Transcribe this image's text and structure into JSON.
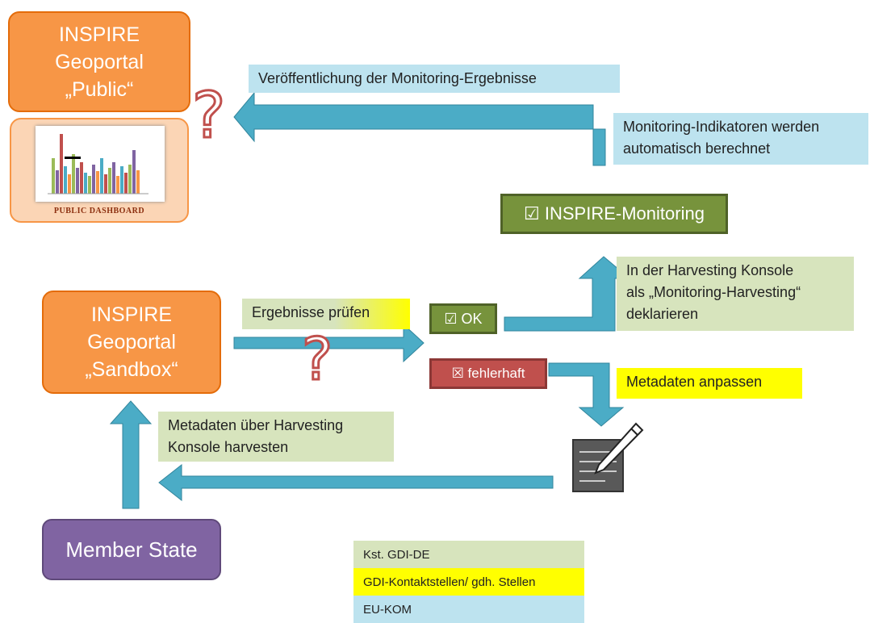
{
  "public_portal": {
    "lines": [
      "INSPIRE",
      "Geoportal",
      "„Public“"
    ]
  },
  "dashboard": {
    "caption": "PUBLIC DASHBOARD"
  },
  "sandbox_portal": {
    "lines": [
      "INSPIRE",
      "Geoportal",
      "„Sandbox“"
    ]
  },
  "member_state": {
    "label": "Member State"
  },
  "monitoring": {
    "label": "☑ INSPIRE-Monitoring"
  },
  "status": {
    "ok": "☑ OK",
    "error": "☒ fehlerhaft"
  },
  "notes": {
    "publish": "Veröffentlichung der Monitoring-Ergebnisse",
    "indicators": [
      "Monitoring-Indikatoren werden",
      "automatisch berechnet"
    ],
    "declare": [
      "In der Harvesting Konsole",
      "als „Monitoring-Harvesting“",
      "deklarieren"
    ],
    "check": "Ergebnisse prüfen",
    "adjust": "Metadaten anpassen",
    "harvest": [
      "Metadaten über Harvesting",
      "Konsole harvesten"
    ]
  },
  "question_mark": "?",
  "legend": [
    {
      "label": "Kst. GDI-DE",
      "color": "#d7e4bd"
    },
    {
      "label": "GDI-Kontaktstellen/ gdh. Stellen",
      "color": "#ffff00"
    },
    {
      "label": "EU-KOM",
      "color": "#bde3ef"
    }
  ],
  "colors": {
    "orange": "#f79646",
    "purple": "#8064a2",
    "arrow": "#4bacc6",
    "green": "#77933c",
    "red": "#c0504d",
    "blue_note": "#bde3ef",
    "green_note": "#d7e4bd",
    "yellow_note": "#ffff00"
  },
  "icons": [
    "question-mark-icon",
    "notepad-pencil-icon",
    "bar-chart-thumbnail"
  ]
}
